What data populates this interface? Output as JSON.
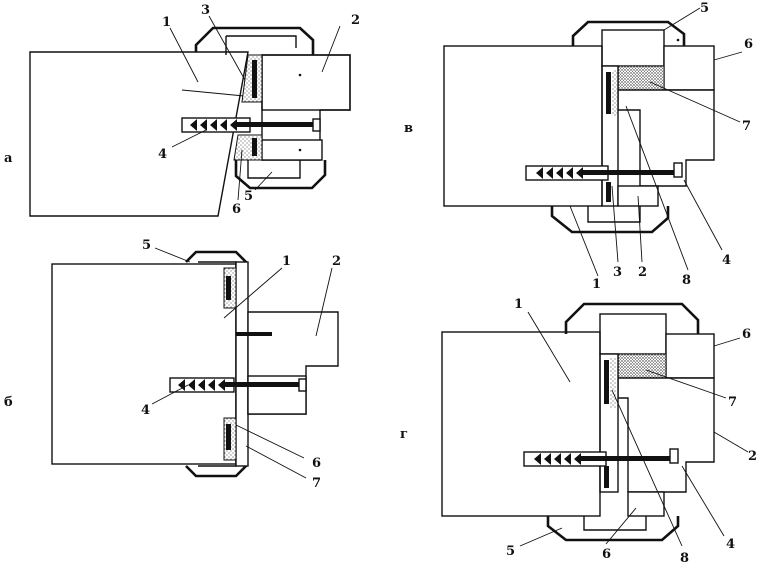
{
  "panels": {
    "a": {
      "caption": "а",
      "labels": {
        "l1": "1",
        "l2": "2",
        "l3": "3",
        "l4": "4",
        "l5": "5",
        "l6": "6"
      }
    },
    "b": {
      "caption": "б",
      "labels": {
        "l1": "1",
        "l2": "2",
        "l4": "4",
        "l5": "5",
        "l6": "6",
        "l7": "7"
      }
    },
    "v": {
      "caption": "в",
      "labels": {
        "l1": "1",
        "l2": "2",
        "l3": "3",
        "l4": "4",
        "l5": "5",
        "l6": "6",
        "l7": "7",
        "l8": "8"
      }
    },
    "g": {
      "caption": "г",
      "labels": {
        "l1": "1",
        "l2": "2",
        "l4": "4",
        "l5": "5",
        "l6": "6",
        "l7": "7",
        "l8": "8"
      }
    }
  }
}
